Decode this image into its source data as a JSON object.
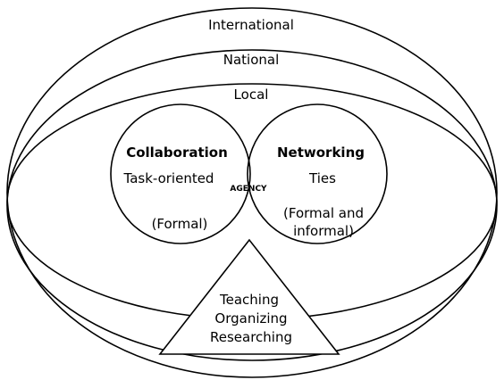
{
  "levels": {
    "international": "International",
    "national": "National",
    "local": "Local"
  },
  "collaboration": {
    "title": "Collaboration",
    "subtitle": "Task-oriented",
    "note": "(Formal)"
  },
  "networking": {
    "title": "Networking",
    "subtitle": "Ties",
    "note_line1": "(Formal and",
    "note_line2": "informal)"
  },
  "center": {
    "label": "AGENCY"
  },
  "activities": {
    "line1": "Teaching",
    "line2": "Organizing",
    "line3": "Researching"
  }
}
